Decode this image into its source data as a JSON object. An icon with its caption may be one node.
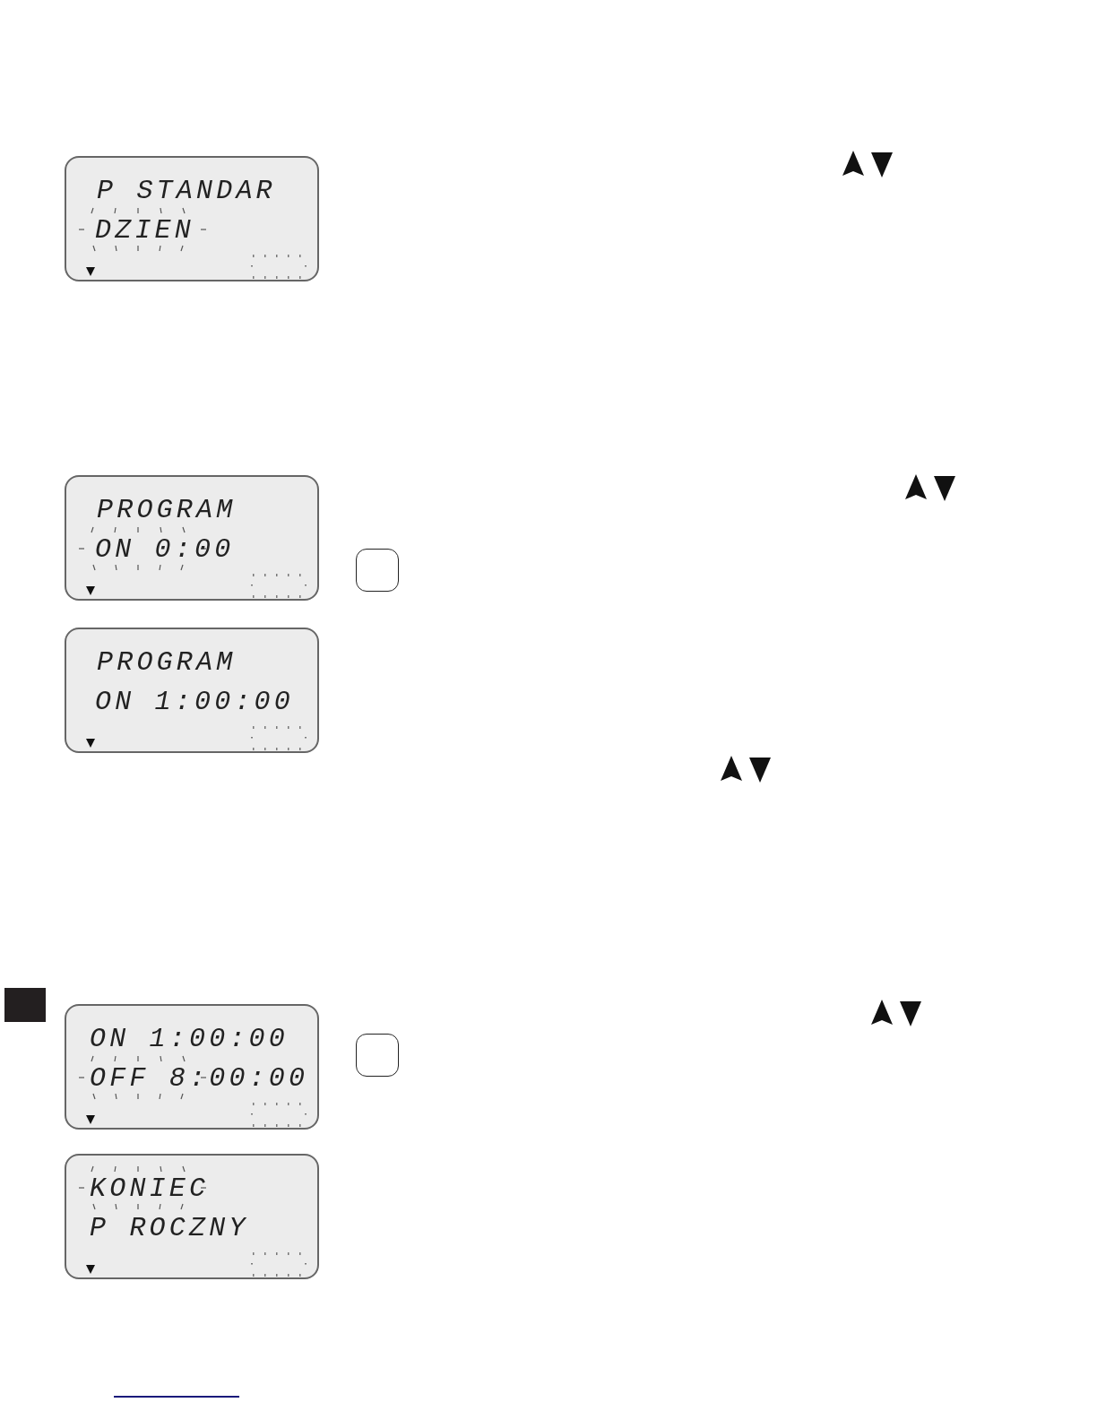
{
  "diagram": {
    "nodes": [
      {
        "text": [
          "P STANDAR",
          "DZIEN"
        ]
      },
      {
        "text": [
          "PROGRAM",
          "ON 0:00"
        ]
      },
      {
        "text": [],
        "shape": "box"
      },
      {
        "text": [
          "PROGRAM",
          "ON 1:00:00"
        ]
      },
      {
        "text": [
          "ON 1:00:00",
          "OFF 8:00:00"
        ]
      },
      {
        "text": [],
        "shape": "box"
      },
      {
        "text": [
          "KONIEC",
          "P ROCZNY"
        ]
      }
    ]
  }
}
